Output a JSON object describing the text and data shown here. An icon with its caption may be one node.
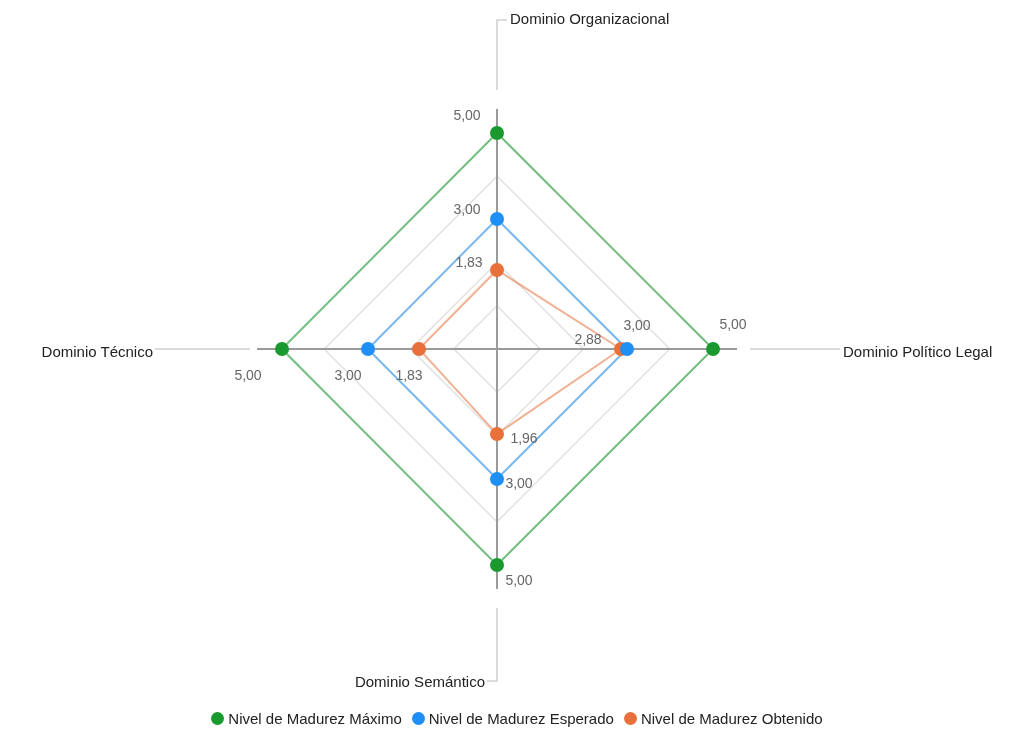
{
  "diagram": {
    "nodes": [
      {
        "text": [],
        "shape": "circle",
        "beside": [
          "5,00"
        ]
      },
      {
        "text": [],
        "shape": "circle",
        "beside": [
          "3,00"
        ]
      },
      {
        "text": [],
        "shape": "circle",
        "beside": [
          "1,83"
        ]
      },
      {
        "text": [],
        "shape": "circle",
        "beside": [
          "5,00"
        ]
      },
      {
        "text": [],
        "shape": "circle",
        "beside": [
          "3,00"
        ]
      },
      {
        "text": [],
        "shape": "circle",
        "beside": [
          "1,83"
        ]
      },
      {
        "text": [],
        "shape": "circle",
        "beside": [
          "2,88"
        ]
      },
      {
        "text": [],
        "shape": "circle",
        "beside": [
          "3,00"
        ]
      },
      {
        "text": [],
        "shape": "circle",
        "beside": [
          "5,00"
        ]
      },
      {
        "text": [],
        "shape": "circle",
        "beside": [
          "1,96"
        ]
      },
      {
        "text": [],
        "shape": "circle",
        "beside": [
          "3,00"
        ]
      },
      {
        "text": [],
        "shape": "circle",
        "beside": [
          "5,00"
        ]
      },
      {
        "text": [
          "Dominio Organizacional"
        ]
      },
      {
        "text": [
          "Dominio Técnico"
        ]
      },
      {
        "text": [
          "Dominio Político Legal"
        ]
      },
      {
        "text": [
          "Dominio Semántico"
        ]
      }
    ],
    "edges": [
      {
        "from": 0,
        "to": 8,
        "arrow": "none",
        "color": "#1a9a2e"
      },
      {
        "from": 8,
        "to": 11,
        "arrow": "none",
        "color": "#1a9a2e"
      },
      {
        "from": 11,
        "to": 3,
        "arrow": "none",
        "color": "#1a9a2e"
      },
      {
        "from": 3,
        "to": 0,
        "arrow": "none",
        "color": "#1a9a2e"
      },
      {
        "from": 1,
        "to": 7,
        "arrow": "none",
        "color": "#1e8ff5"
      },
      {
        "from": 7,
        "to": 10,
        "arrow": "none",
        "color": "#1e8ff5"
      },
      {
        "from": 10,
        "to": 4,
        "arrow": "none",
        "color": "#1e8ff5"
      },
      {
        "from": 4,
        "to": 1,
        "arrow": "none",
        "color": "#1e8ff5"
      },
      {
        "from": 2,
        "to": 6,
        "arrow": "none",
        "color": "#e8703a"
      },
      {
        "from": 6,
        "to": 9,
        "arrow": "none",
        "color": "#e8703a"
      },
      {
        "from": 9,
        "to": 5,
        "arrow": "none",
        "color": "#e8703a"
      },
      {
        "from": 5,
        "to": 2,
        "arrow": "none",
        "color": "#e8703a"
      },
      {
        "from": 12,
        "to": null,
        "arrow": "none",
        "color": "#cfcfcf"
      },
      {
        "from": 13,
        "to": null,
        "arrow": "none",
        "color": "#cfcfcf"
      },
      {
        "from": 14,
        "to": null,
        "arrow": "none",
        "color": "#cfcfcf"
      },
      {
        "from": 15,
        "to": null,
        "arrow": "none",
        "color": "#cfcfcf"
      }
    ],
    "legend": [
      {
        "text": "Nivel de Madurez Máximo",
        "color": "#1a9a2e"
      },
      {
        "text": "Nivel de Madurez Esperado",
        "color": "#1e8ff5"
      },
      {
        "text": "Nivel de Madurez Obtenido",
        "color": "#e8703a"
      }
    ]
  }
}
